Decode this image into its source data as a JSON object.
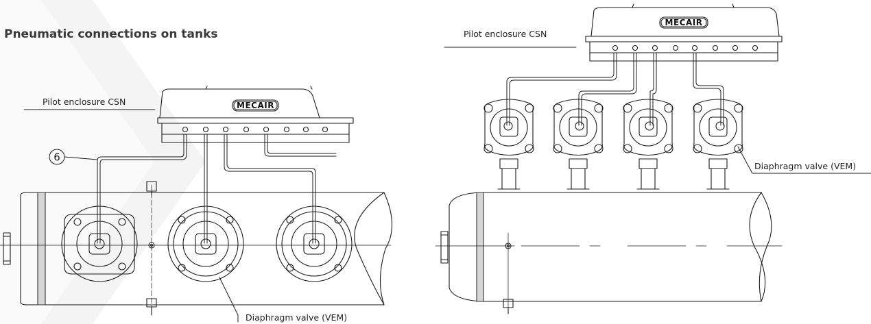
{
  "page": {
    "title": "Pneumatic connections on tanks"
  },
  "left_diagram": {
    "pilot_enclosure_label": "Pilot enclosure CSN",
    "brand_label": "MECAIR",
    "callout_number": "6",
    "diaphragm_valve_label": "Diaphragm valve (VEM)"
  },
  "right_diagram": {
    "pilot_enclosure_label": "Pilot enclosure CSN",
    "brand_label": "MECAIR",
    "diaphragm_valve_label": "Diaphragm valve (VEM)"
  },
  "colors": {
    "line": "#1a1a1a",
    "background_shape": "#f3f3f3",
    "title": "#3a3a3a"
  }
}
